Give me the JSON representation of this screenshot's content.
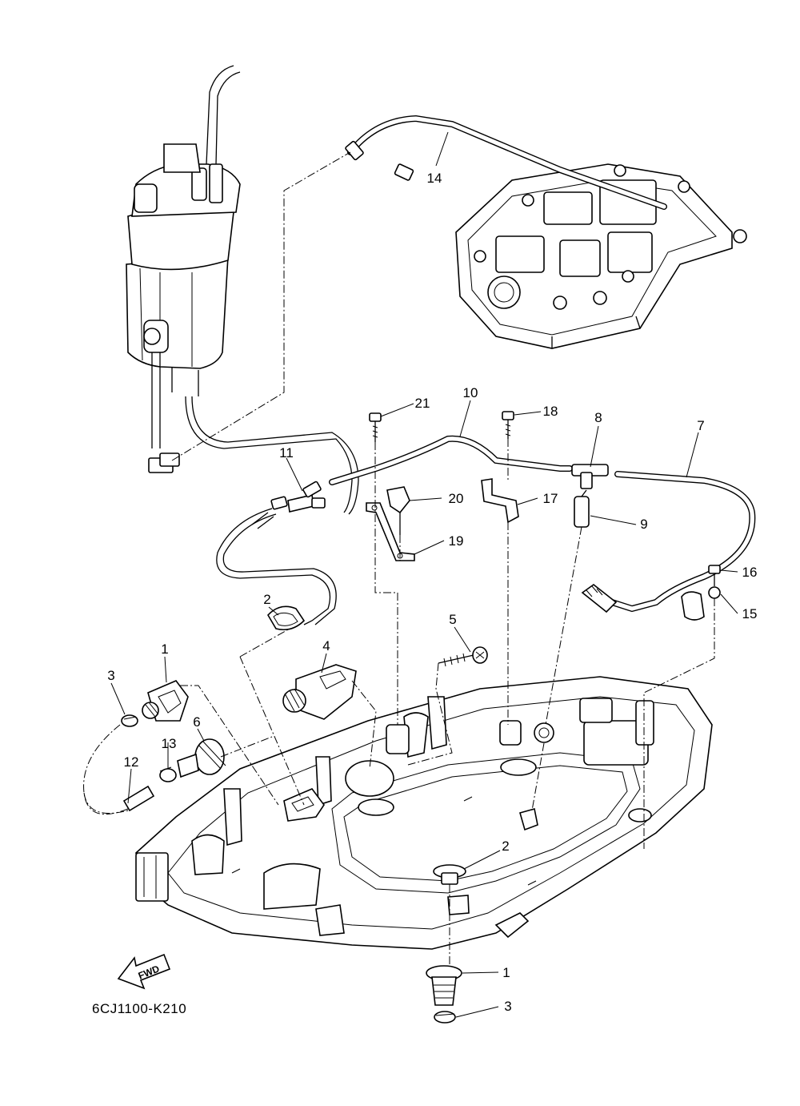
{
  "diagram_code": "6CJ1100-K210",
  "fwd_label": "FWD",
  "callouts": [
    "1",
    "2",
    "3",
    "4",
    "5",
    "6",
    "7",
    "8",
    "9",
    "10",
    "11",
    "12",
    "13",
    "14",
    "15",
    "16",
    "17",
    "18",
    "19",
    "20",
    "21",
    "1",
    "2",
    "3"
  ]
}
